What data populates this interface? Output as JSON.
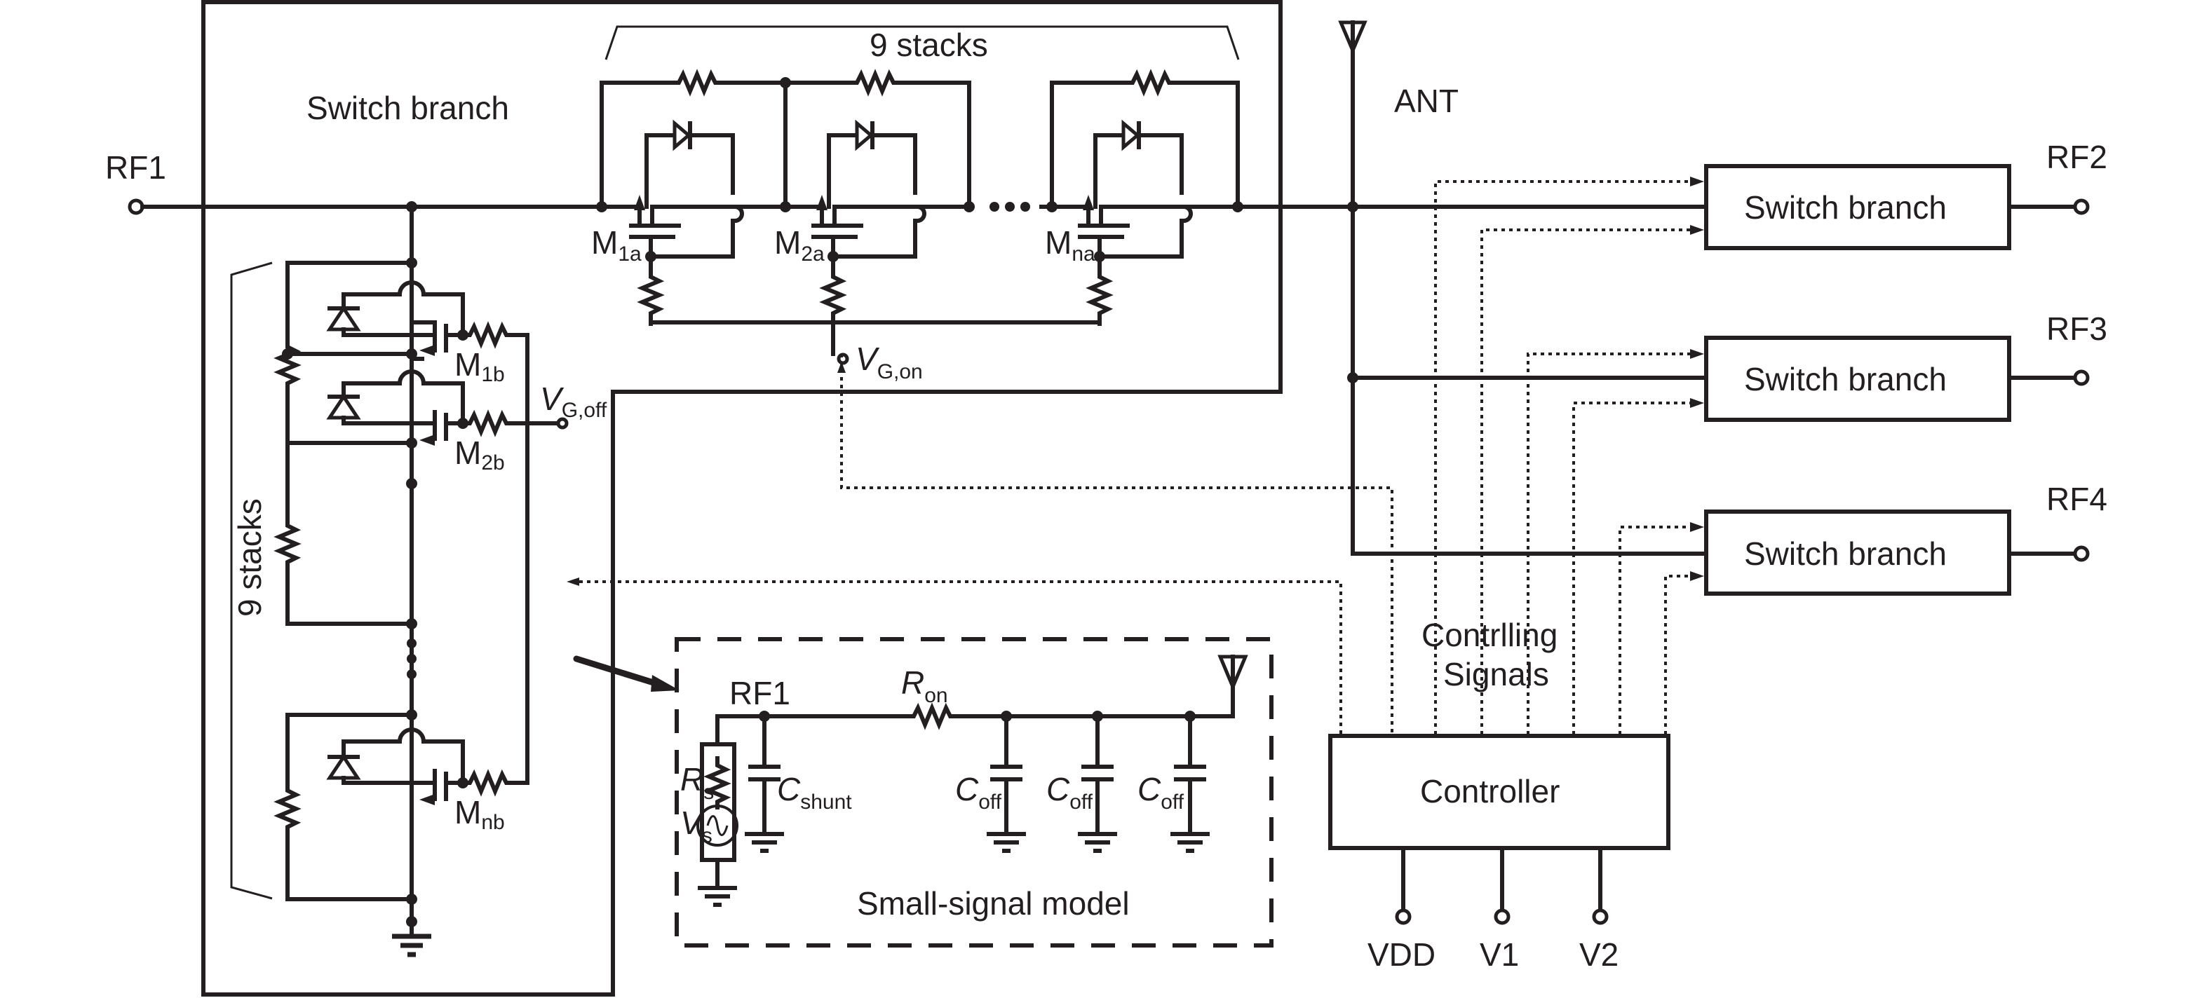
{
  "diagram": {
    "title": "SP4T RF switch schematic",
    "colors": {
      "ink": "#231f20",
      "background": "#ffffff"
    },
    "ports": {
      "rf1": "RF1",
      "rf2": "RF2",
      "rf3": "RF3",
      "rf4": "RF4",
      "ant": "ANT",
      "vdd": "VDD",
      "v1": "V1",
      "v2": "V2"
    },
    "main_branch": {
      "label": "Switch branch",
      "series_stack_label": "9 stacks",
      "shunt_stack_label": "9 stacks",
      "series_transistors": [
        {
          "name": "M",
          "sub": "1a"
        },
        {
          "name": "M",
          "sub": "2a"
        },
        {
          "name": "M",
          "sub": "na"
        }
      ],
      "shunt_transistors": [
        {
          "name": "M",
          "sub": "1b"
        },
        {
          "name": "M",
          "sub": "2b"
        },
        {
          "name": "M",
          "sub": "nb"
        }
      ],
      "vg_on": {
        "name": "V",
        "sub": "G,on"
      },
      "vg_off": {
        "name": "V",
        "sub": "G,off"
      }
    },
    "other_branches": [
      {
        "label": "Switch branch",
        "port": "RF2"
      },
      {
        "label": "Switch branch",
        "port": "RF3"
      },
      {
        "label": "Switch branch",
        "port": "RF4"
      }
    ],
    "controller": {
      "label": "Controller",
      "signals_label_line1": "Contrlling",
      "signals_label_line2": "Signals",
      "inputs": [
        "VDD",
        "V1",
        "V2"
      ]
    },
    "small_signal_model": {
      "title": "Small-signal model",
      "port": "RF1",
      "rs": {
        "name": "R",
        "sub": "s"
      },
      "vs": {
        "name": "V",
        "sub": "s"
      },
      "ron": {
        "name": "R",
        "sub": "on"
      },
      "cshunt": {
        "name": "C",
        "sub": "shunt"
      },
      "coff": [
        {
          "name": "C",
          "sub": "off"
        },
        {
          "name": "C",
          "sub": "off"
        },
        {
          "name": "C",
          "sub": "off"
        }
      ]
    }
  }
}
